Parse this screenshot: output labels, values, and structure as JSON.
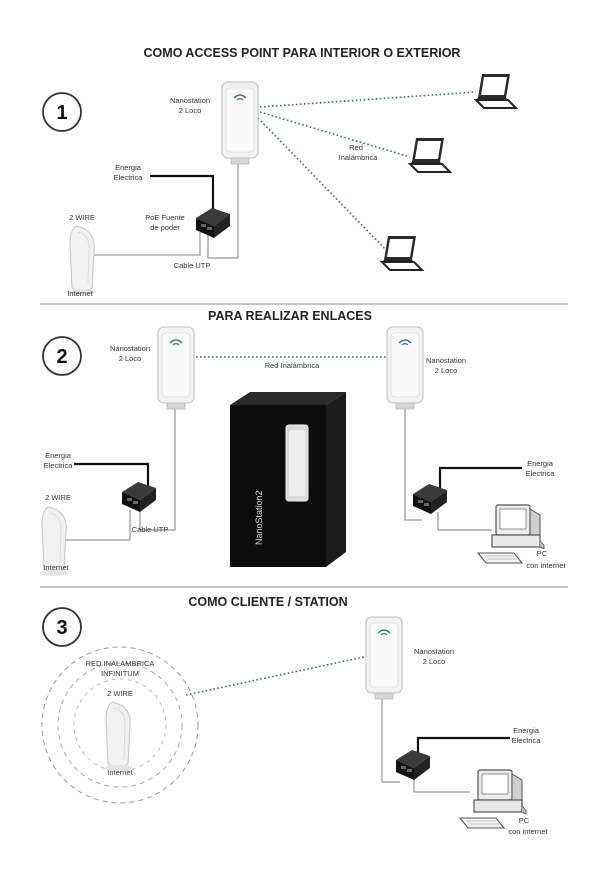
{
  "sections": [
    {
      "number": "1",
      "title": "COMO ACCESS POINT PARA INTERIOR O EXTERIOR",
      "labels": {
        "nanostation_1": "Nanostation",
        "nanostation_2": "2 Loco",
        "energia_1": "Energia",
        "energia_2": "Electrica",
        "poe_1": "PoE Fuente",
        "poe_2": "de poder",
        "red_1": "Red",
        "red_2": "Inalámbrica",
        "wire": "2 WIRE",
        "internet": "Internet",
        "cable": "Cable UTP"
      }
    },
    {
      "number": "2",
      "title": "PARA REALIZAR ENLACES",
      "labels": {
        "nano_left_1": "Nanostation",
        "nano_left_2": "2 Loco",
        "nano_right_1": "Nanostation",
        "nano_right_2": "2 Loco",
        "red": "Red Inalámbrica",
        "energia_left_1": "Energia",
        "energia_left_2": "Electrica",
        "energia_right_1": "Energia",
        "energia_right_2": "Electrica",
        "wire": "2 WIRE",
        "internet": "Internet",
        "cable": "Cable UTP",
        "pc_1": "PC",
        "pc_2": "con internet",
        "box_text": "NanoStation2"
      }
    },
    {
      "number": "3",
      "title": "COMO CLIENTE / STATION",
      "labels": {
        "red_infinitum_1": "RED INALAMBRICA",
        "red_infinitum_2": "INFINITUM",
        "wire": "2 WIRE",
        "internet": "Internet",
        "nanostation_1": "Nanostation",
        "nanostation_2": "2 Loco",
        "energia_1": "Energia",
        "energia_2": "Electrica",
        "pc_1": "PC",
        "pc_2": "con internet"
      }
    }
  ],
  "colors": {
    "wifi_link": "#2f6f8a",
    "cable": "#111111",
    "device": "#f1f1f1"
  }
}
